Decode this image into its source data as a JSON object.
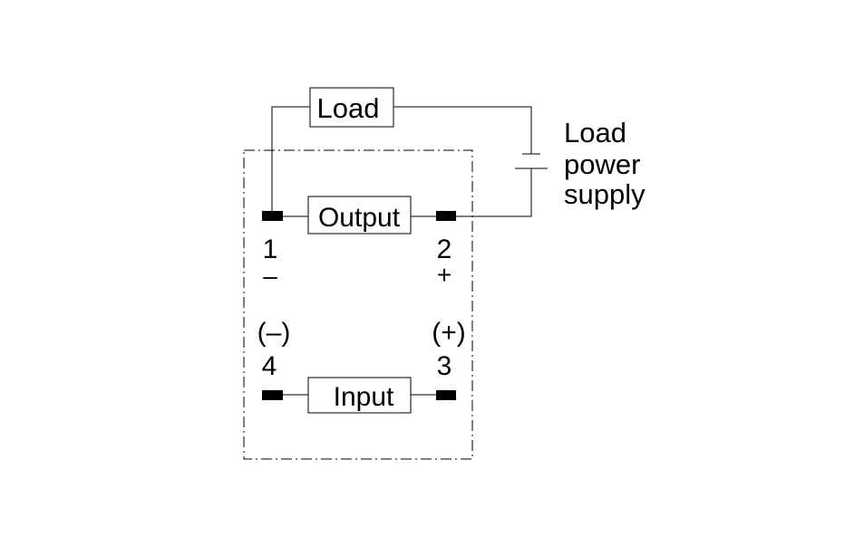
{
  "diagram": {
    "boxes": {
      "load": "Load",
      "output": "Output",
      "input": "Input"
    },
    "supply_label": [
      "Load",
      "power",
      "supply"
    ],
    "terminals": {
      "t1": {
        "number": "1",
        "polarity": "–"
      },
      "t2": {
        "number": "2",
        "polarity": "+"
      },
      "t3": {
        "number": "3",
        "polarity": "(+)"
      },
      "t4": {
        "number": "4",
        "polarity": "(–)"
      }
    }
  }
}
